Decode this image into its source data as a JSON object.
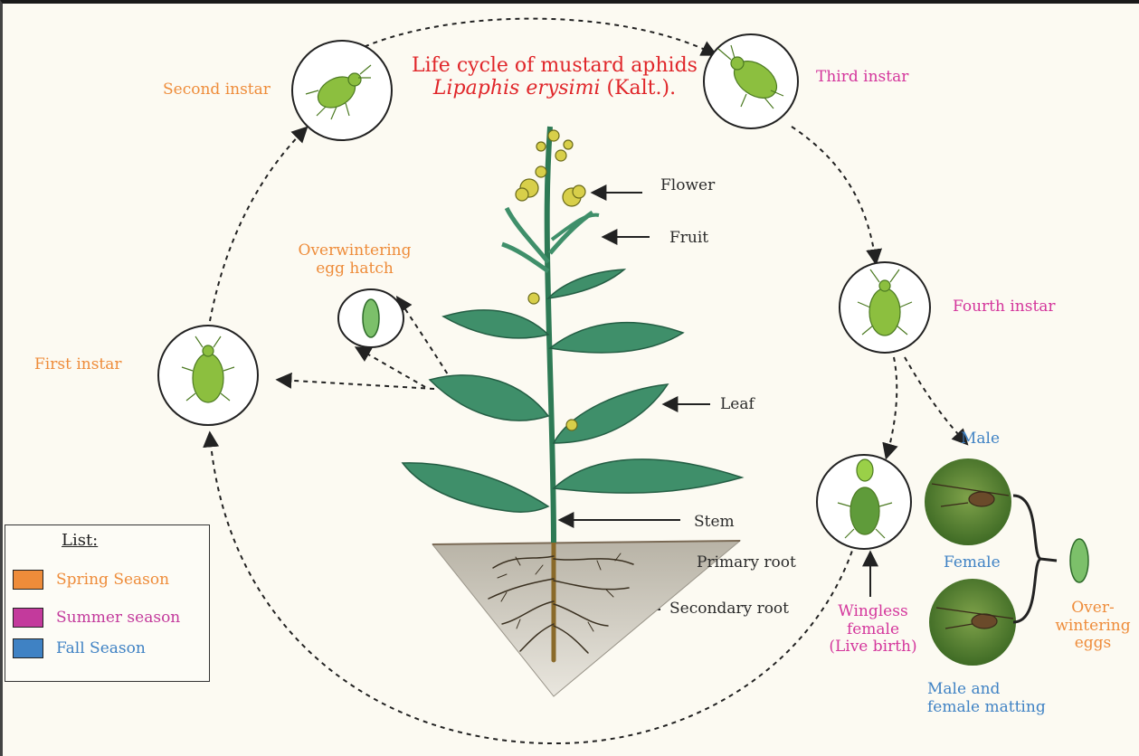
{
  "title": {
    "line1": "Life cycle of mustard aphids",
    "sci_name": "Lipaphis erysimi",
    "authority": " (Kalt.)."
  },
  "stages": {
    "second_instar": "Second instar",
    "third_instar": "Third instar",
    "fourth_instar": "Fourth instar",
    "first_instar": "First instar",
    "overwintering_egg_hatch": [
      "Overwintering",
      "egg hatch"
    ],
    "male": "Male",
    "female": "Female",
    "wingless_female": [
      "Wingless",
      "female",
      "(Live birth)"
    ],
    "male_female_mating": [
      "Male and",
      "female matting"
    ],
    "overwintering_eggs": [
      "Over-",
      "wintering",
      "eggs"
    ]
  },
  "plant_parts": {
    "flower": "Flower",
    "fruit": "Fruit",
    "leaf": "Leaf",
    "stem": "Stem",
    "primary_root": "Primary root",
    "secondary_root": "Secondary root"
  },
  "legend": {
    "heading": "List:",
    "items": [
      {
        "label": "Spring Season",
        "color": "#ee8c3a"
      },
      {
        "label": "Summer season",
        "color": "#c33a9c"
      },
      {
        "label": "Fall Season",
        "color": "#3f82c4"
      }
    ]
  },
  "colors": {
    "title": "#e0262a",
    "spring": "#ee8c3a",
    "summer": "#d4369c",
    "fall": "#3f82c4",
    "aphid": "#8cbf3f",
    "leaf": "#3f8f6a",
    "soil": "#c9c6bc"
  }
}
